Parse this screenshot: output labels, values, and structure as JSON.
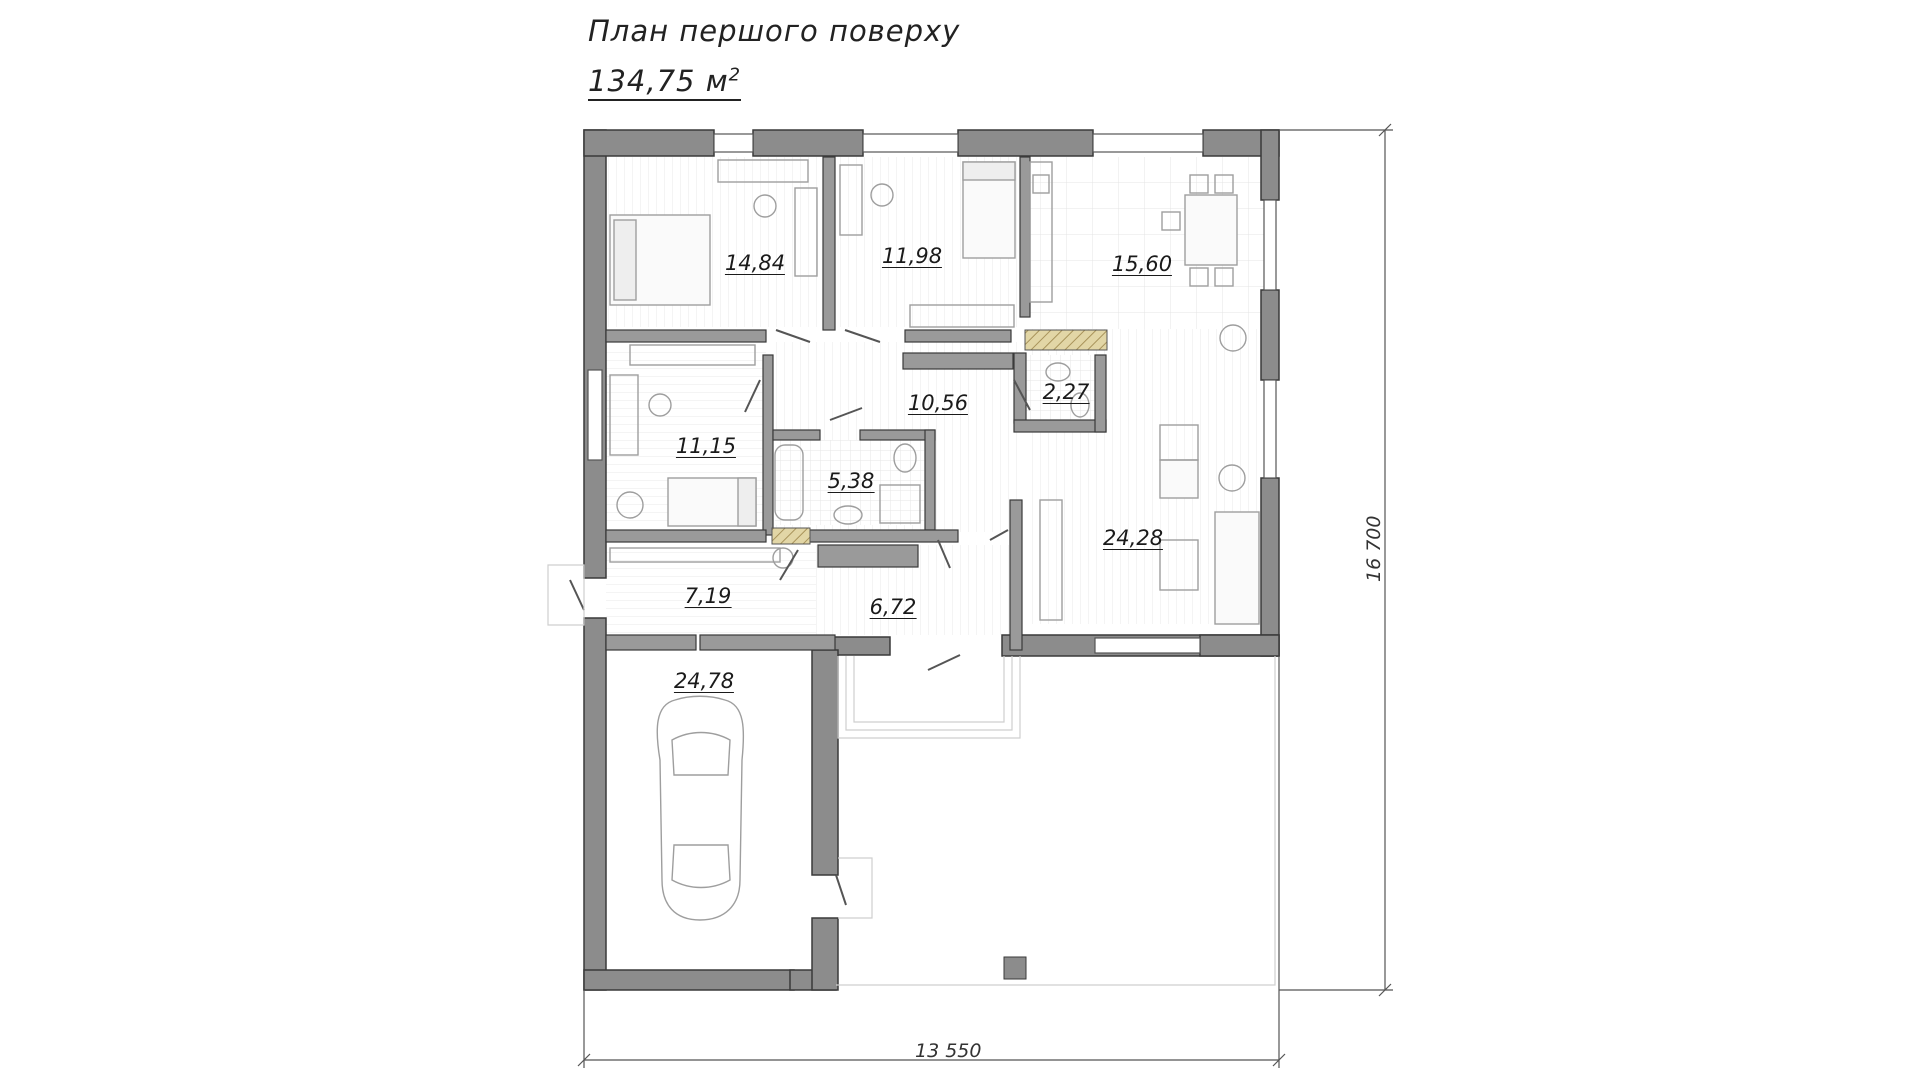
{
  "header": {
    "title": "План першого поверху",
    "total_area": "134,75 м",
    "total_area_unit_sup": "2"
  },
  "rooms": [
    {
      "id": "bedroom-1",
      "area": "14,84"
    },
    {
      "id": "bedroom-2",
      "area": "11,98"
    },
    {
      "id": "kitchen",
      "area": "15,60"
    },
    {
      "id": "wc",
      "area": "2,27"
    },
    {
      "id": "hall",
      "area": "10,56"
    },
    {
      "id": "bedroom-3",
      "area": "11,15"
    },
    {
      "id": "bathroom",
      "area": "5,38"
    },
    {
      "id": "living-room",
      "area": "24,28"
    },
    {
      "id": "boiler-room",
      "area": "7,19"
    },
    {
      "id": "entrance-hall",
      "area": "6,72"
    },
    {
      "id": "garage",
      "area": "24,78"
    }
  ],
  "dimensions": {
    "width": "13 550",
    "height": "16 700"
  },
  "colors": {
    "wall": "#8c8c8c",
    "wall_outline": "#3a3a3a",
    "floor_line": "#e6e6e6",
    "furniture": "#bdbdbd",
    "accent_hatch": "#c9b57a"
  }
}
